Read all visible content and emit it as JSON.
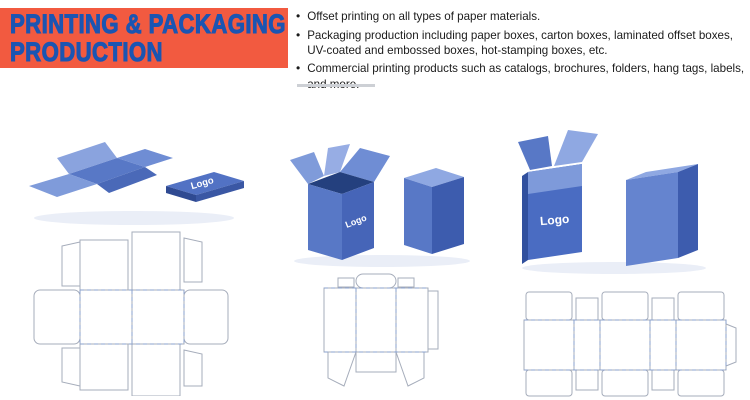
{
  "header": {
    "title_line1": "PRINTING & PACKAGING",
    "title_line2": "PRODUCTION"
  },
  "bullet_glyph": "•",
  "bullets": [
    "Offset printing on all types of paper materials.",
    "Packaging production including paper boxes, carton boxes, laminated offset boxes, UV-coated and embossed boxes, hot-stamping boxes, etc.",
    "Commercial printing products such as catalogs, brochures, folders, hang tags, labels, and more."
  ],
  "panels": {
    "flat": {
      "logo": "Logo"
    },
    "carton": {
      "logo": "Logo"
    },
    "display": {
      "logo": "Logo"
    }
  },
  "colors": {
    "banner": "#F25A40",
    "title_blue": "#1B55B2",
    "box_blue_light": "#8FA8E2",
    "box_blue_medium": "#5878C6",
    "box_blue_dark": "#3D5CAE",
    "dieline_gray": "#A6ADBB",
    "fold_dash_blue": "#8AA0CC"
  }
}
